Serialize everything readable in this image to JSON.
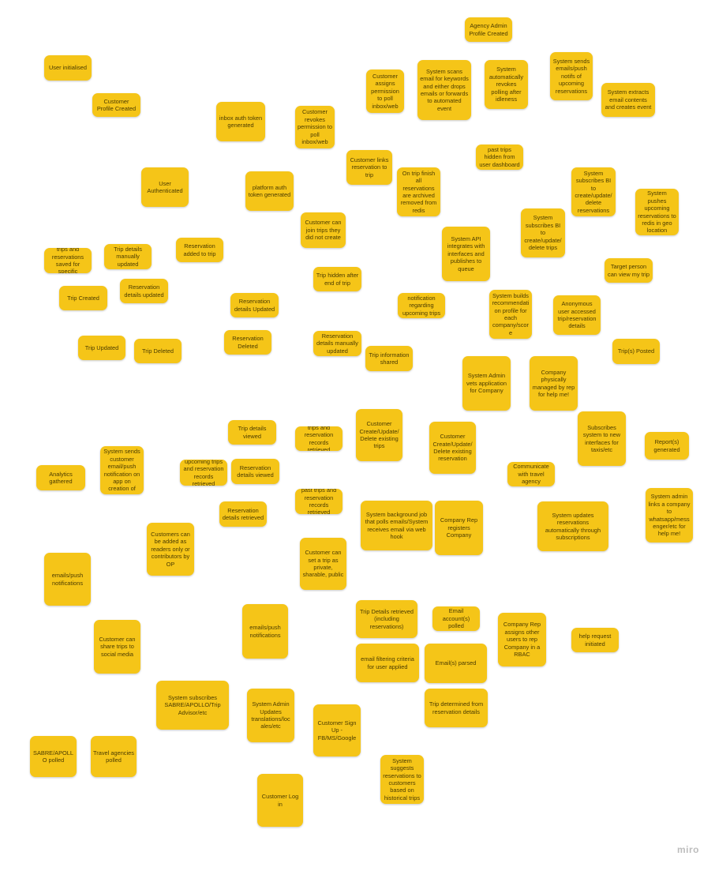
{
  "board": {
    "note_color": "#f5c518",
    "text_color": "#4a3b00",
    "background": "#ffffff",
    "notes": [
      "Agency Admin Profile Created",
      "User initialised",
      "Customer assigns permission to poll inbox/web",
      "System scans email for keywords and either drops emails or forwards to automated event",
      "System automatically revokes polling after idleness",
      "System sends emails/push notifs of upcoming reservations",
      "System extracts email contents and creates event",
      "Customer Profile Created",
      "inbox auth token generated",
      "Customer revokes permission to poll inbox/web",
      "Customer links reservation to trip",
      "past trips hidden from user dashboard",
      "User Authenticated",
      "platform auth token generated",
      "On trip finish all reservations are archived removed from redis",
      "System subscribes BI to create/update/ delete reservations",
      "System pushes upcoming reservations to redis in geo location",
      "Customer can join trips they did not create",
      "System subscribes BI to create/update/ delete trips",
      "System API integrates with interfaces and publishes to queue",
      "trips and reservations saved for specific",
      "Trip details manually updated",
      "Reservation added to trip",
      "Target person can view my trip",
      "Trip hidden after end of trip",
      "Trip Created",
      "Reservation details updated",
      "Reservation details Updated",
      "notification regarding upcoming trips",
      "System builds recommendati on profile for each company/scor e",
      "Anonymous user accessed trip/reservation details",
      "Trip Updated",
      "Trip Deleted",
      "Reservation Deleted",
      "Reservation details manually updated",
      "Trip information shared",
      "Trip(s) Posted",
      "System Admin vets application for Company",
      "Company physically managed by rep for help me!",
      "Trip details viewed",
      "trips and reservation records retrieved",
      "Customer Create/Update/ Delete existing trips",
      "Customer Create/Update/ Delete existing reservation",
      "Subscribes system to new interfaces for taxis/etc",
      "Report(s) generated",
      "Analytics gathered",
      "System sends customer email/push notification on app on creation of",
      "upcoming trips and reservation records retrieved",
      "Reservation details viewed",
      "Communicate with travel agency",
      "Reservation details retrieved",
      "past trips and reservation records retrieved",
      "System background job that polls emails/System receives email via web hook",
      "Company Rep registers Company",
      "System updates reservations automatically through subscriptions",
      "System admin links a company to whatsapp/mess enger/etc for help me!",
      "Customers can be added as readers only or contributors by OP",
      "Customer can set a trip as private, sharable, public",
      "emails/push notifications",
      "Trip Details retrieved (including reservations)",
      "Email account(s) polled",
      "Company Rep assigns other users to rep Company in a RBAC",
      "help request initiated",
      "Customer can share trips to social media",
      "emails/push notifications",
      "email filtering criteria for user applied",
      "Email(s) parsed",
      "System subscribes SABRE/APOLLO/Trip Advisor/etc",
      "System Admin Updates translations/loc ales/etc",
      "Customer Sign Up - FB/MS/Google",
      "Trip determined from reservation details",
      "SABRE/APOLLO polled",
      "Travel agencies polled",
      "System suggests reservations to customers based on historical trips",
      "Customer Log in"
    ]
  },
  "branding": {
    "logo_text": "miro"
  }
}
